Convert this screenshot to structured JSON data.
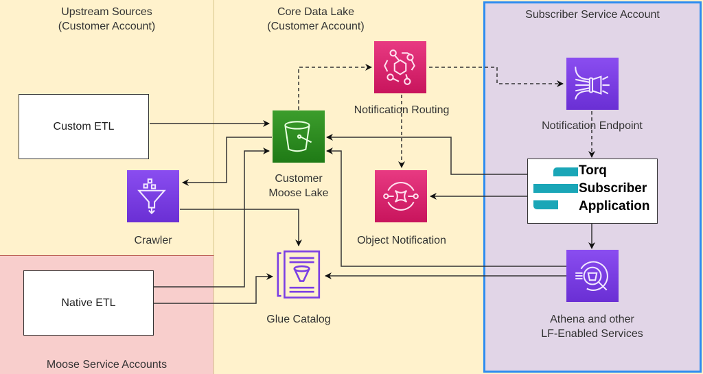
{
  "zones": {
    "upstream": {
      "title_line1": "Upstream Sources",
      "title_line2": "(Customer Account)",
      "color": "#fff2cc"
    },
    "moose": {
      "title": "Moose Service Accounts",
      "color": "#f8cecc"
    },
    "core": {
      "title_line1": "Core Data Lake",
      "title_line2": "(Customer Account)",
      "color": "#fff2cc"
    },
    "subscriber": {
      "title": "Subscriber Service Account",
      "color": "#e1d5e7",
      "border_color": "#2d8cf0"
    }
  },
  "nodes": {
    "custom_etl": {
      "label": "Custom ETL"
    },
    "native_etl": {
      "label": "Native ETL"
    },
    "crawler": {
      "label": "Crawler",
      "icon": "funnel-icon",
      "color": "#7b3fe4"
    },
    "customer_lake": {
      "label_line1": "Customer",
      "label_line2": "Moose Lake",
      "icon": "bucket-icon",
      "color": "#2e8b1f"
    },
    "notification_routing": {
      "label": "Notification Routing",
      "icon": "event-bus-icon",
      "color": "#e0246c"
    },
    "object_notification": {
      "label": "Object Notification",
      "icon": "notification-icon",
      "color": "#e0246c"
    },
    "glue_catalog": {
      "label": "Glue Catalog",
      "icon": "catalog-icon",
      "color": "#7b3fe4"
    },
    "notification_endpoint": {
      "label": "Notification Endpoint",
      "icon": "endpoint-icon",
      "color": "#7b3fe4"
    },
    "torq_app": {
      "line1": "Torq",
      "line2": "Subscriber",
      "line3": "Application",
      "logo_color": "#1aa6b7"
    },
    "athena": {
      "label_line1": "Athena and other",
      "label_line2": "LF-Enabled Services",
      "icon": "athena-icon",
      "color": "#7b3fe4"
    }
  },
  "edges": [
    {
      "from": "custom_etl",
      "to": "customer_lake",
      "style": "solid"
    },
    {
      "from": "customer_lake",
      "to": "crawler",
      "style": "solid"
    },
    {
      "from": "native_etl",
      "to": "customer_lake",
      "style": "solid"
    },
    {
      "from": "native_etl",
      "to": "glue_catalog",
      "style": "solid"
    },
    {
      "from": "crawler",
      "to": "glue_catalog",
      "style": "solid"
    },
    {
      "from": "customer_lake",
      "to": "notification_routing",
      "style": "dashed"
    },
    {
      "from": "notification_routing",
      "to": "notification_endpoint",
      "style": "dashed"
    },
    {
      "from": "notification_routing",
      "to": "object_notification",
      "style": "dashed"
    },
    {
      "from": "notification_endpoint",
      "to": "torq_app",
      "style": "dashed"
    },
    {
      "from": "torq_app",
      "to": "customer_lake",
      "style": "solid"
    },
    {
      "from": "torq_app",
      "to": "object_notification",
      "style": "solid"
    },
    {
      "from": "torq_app",
      "to": "athena",
      "style": "solid"
    },
    {
      "from": "athena",
      "to": "customer_lake",
      "style": "solid"
    },
    {
      "from": "athena",
      "to": "glue_catalog",
      "style": "solid"
    }
  ]
}
